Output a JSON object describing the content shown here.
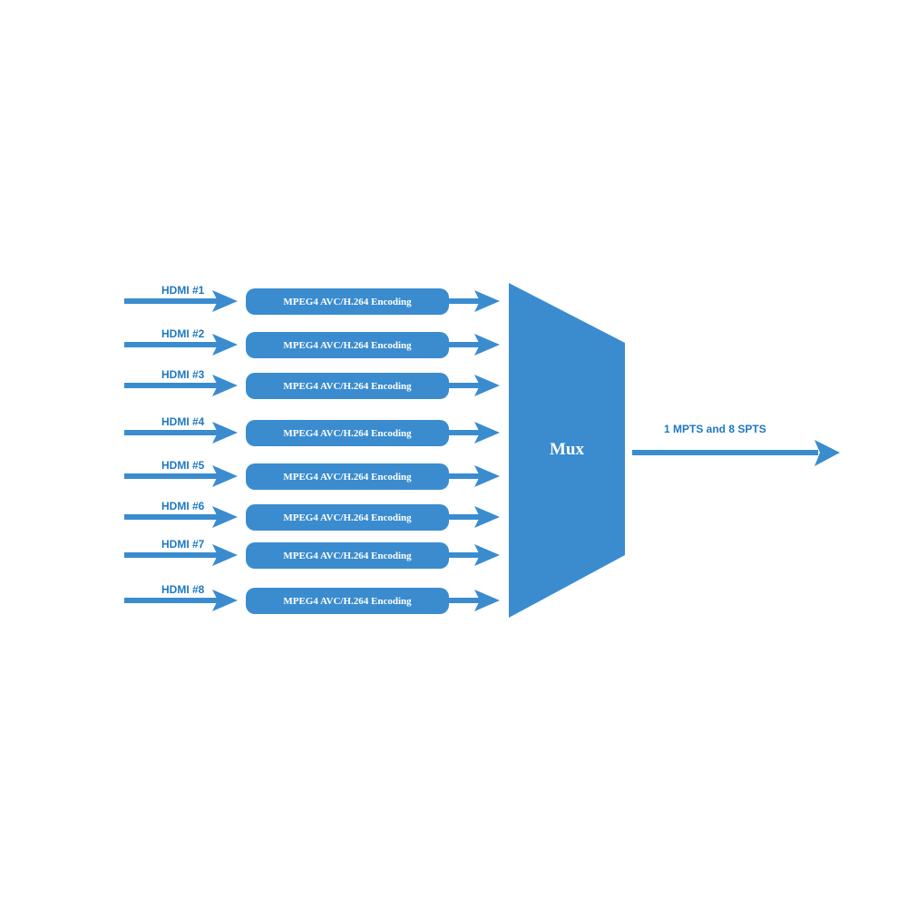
{
  "colors": {
    "primary": "#3a8ccf",
    "label": "#1f78c1",
    "background": "#ffffff"
  },
  "channels": [
    {
      "input": "HDMI #1",
      "encoder": "MPEG4 AVC/H.264 Encoding"
    },
    {
      "input": "HDMI #2",
      "encoder": "MPEG4 AVC/H.264 Encoding"
    },
    {
      "input": "HDMI #3",
      "encoder": "MPEG4 AVC/H.264 Encoding"
    },
    {
      "input": "HDMI #4",
      "encoder": "MPEG4 AVC/H.264 Encoding"
    },
    {
      "input": "HDMI #5",
      "encoder": "MPEG4 AVC/H.264 Encoding"
    },
    {
      "input": "HDMI #6",
      "encoder": "MPEG4 AVC/H.264 Encoding"
    },
    {
      "input": "HDMI #7",
      "encoder": "MPEG4 AVC/H.264 Encoding"
    },
    {
      "input": "HDMI #8",
      "encoder": "MPEG4 AVC/H.264 Encoding"
    }
  ],
  "mux": {
    "label": "Mux"
  },
  "output": {
    "label": "1 MPTS and 8 SPTS"
  }
}
